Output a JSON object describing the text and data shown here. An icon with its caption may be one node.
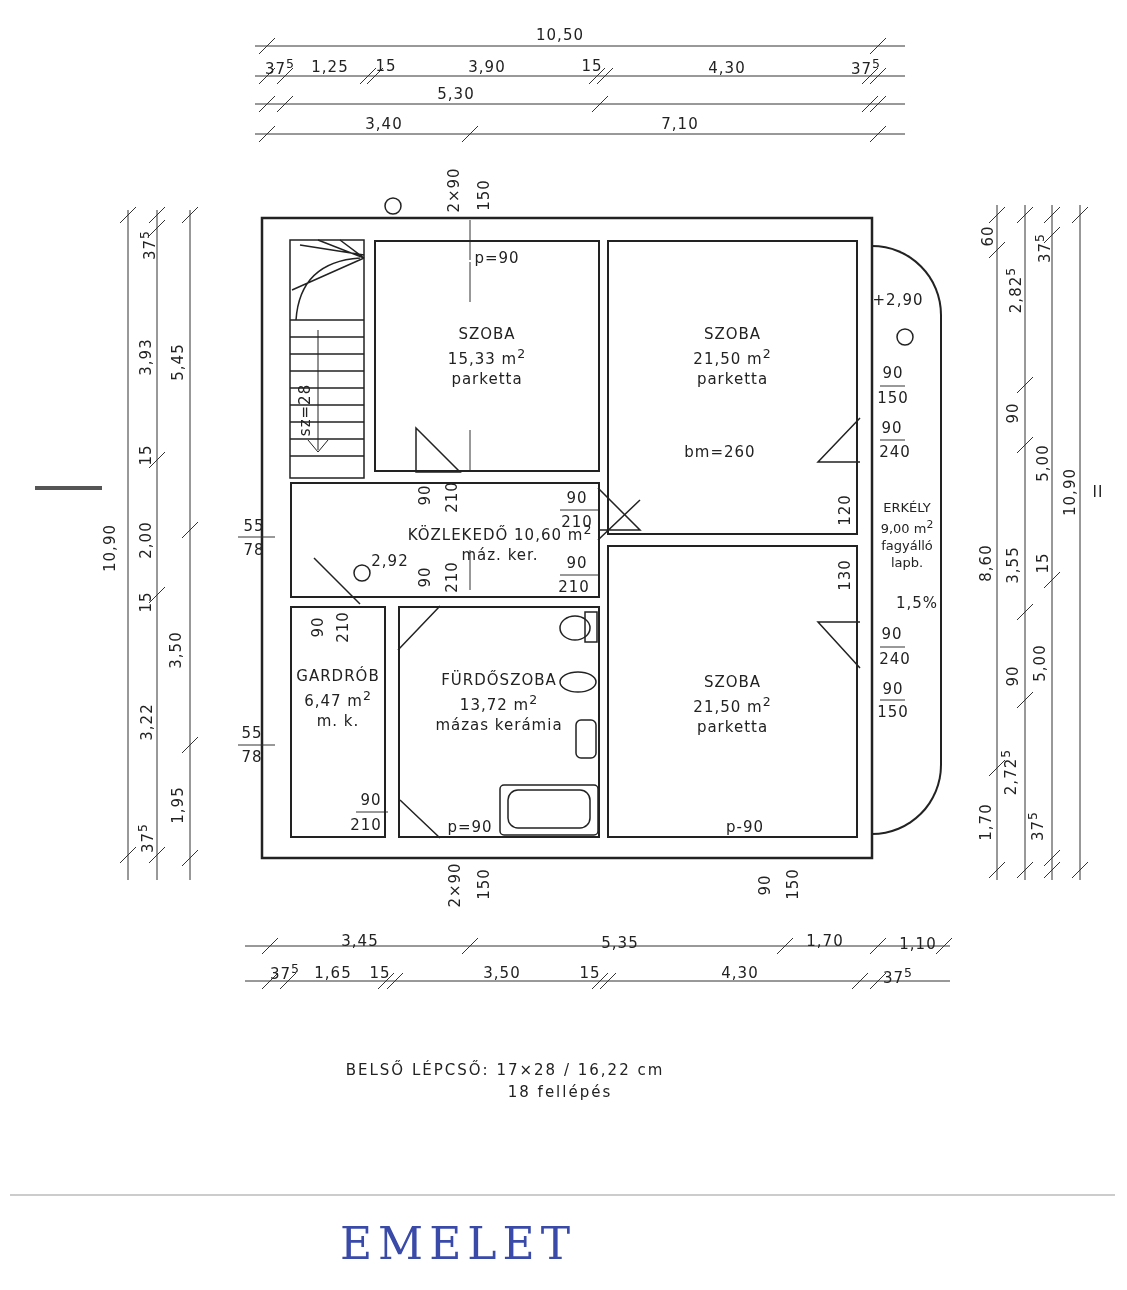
{
  "diagram": {
    "caption": "EMELET",
    "nodes": [
      {
        "text": [
          "SZOBA",
          "15,33 m$^{2}$",
          "parketta"
        ]
      },
      {
        "text": [
          "SZOBA",
          "21,50 m$^{2}$",
          "parketta"
        ]
      },
      {
        "text": [
          "KÖZLEKEDŐ 10,60 m$^{2}$",
          "máz. ker."
        ]
      },
      {
        "text": [
          "GARDRÓB",
          "6,47 m$^{2}$",
          "m. k."
        ]
      },
      {
        "text": [
          "FÜRDŐSZOBA",
          "13,72 m$^{2}$",
          "mázas kerámia"
        ]
      },
      {
        "text": [
          "SZOBA",
          "21,50 m$^{2}$",
          "parketta"
        ]
      },
      {
        "text": [
          "ERKÉLY",
          "9,00 m$^{2}$",
          "fagyálló lapb."
        ]
      }
    ],
    "labels": [
      "10,50",
      "37$^{5}$",
      "1,25",
      "15",
      "3,90",
      "15",
      "4,30",
      "37$^{5}$",
      "5,30",
      "3,40",
      "7,10",
      "2×90",
      "150",
      "p=90",
      "37$^{5}$",
      "3,93",
      "5,45",
      "15",
      "10,90",
      "2,00",
      "15",
      "3,50",
      "3,22",
      "1,95",
      "37$^{5}$",
      "55",
      "78",
      "sz=28",
      "90",
      "210",
      "90",
      "210",
      "2,92",
      "90",
      "210",
      "90",
      "210",
      "90",
      "210",
      "55",
      "78",
      "90",
      "210",
      "p=90",
      "p-90",
      "+2,90",
      "90",
      "150",
      "90",
      "bm=260",
      "240",
      "120",
      "130",
      "1,5%",
      "90",
      "240",
      "90",
      "150",
      "2×90",
      "150",
      "90",
      "150",
      "3,45",
      "5,35",
      "1,70",
      "1,10",
      "37$^{5}$",
      "1,65",
      "15",
      "3,50",
      "15",
      "4,30",
      "37$^{5}$",
      "60",
      "37$^{5}$",
      "2,82$^{5}$",
      "90",
      "5,00",
      "10,90",
      "II",
      "8,60",
      "3,55",
      "15",
      "90",
      "5,00",
      "2,72$^{5}$",
      "1,70",
      "37$^{5}$",
      "BELSŐ LÉPCSŐ: 17×28 / 16,22 cm",
      "18 fellépés"
    ]
  }
}
